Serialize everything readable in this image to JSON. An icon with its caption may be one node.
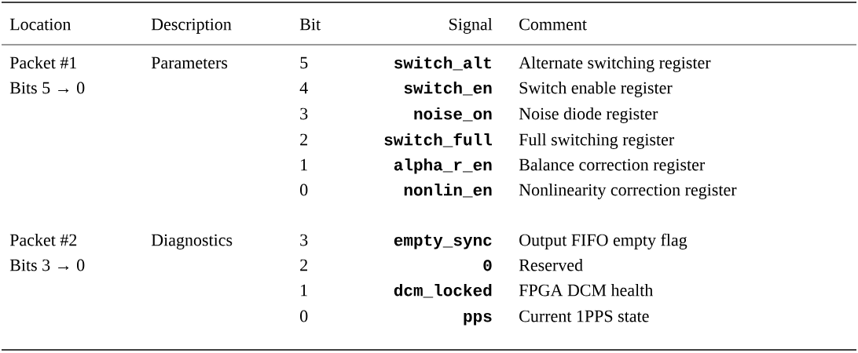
{
  "diagram": {
    "labels": [
      "Location",
      "Description",
      "Bit",
      "Signal",
      "Comment",
      "Packet #1",
      "Parameters",
      "5",
      "switch_alt",
      "Alternate switching register",
      "Bits 5 → 0",
      "4",
      "switch_en",
      "Switch enable register",
      "3",
      "noise_on",
      "Noise diode register",
      "2",
      "switch_full",
      "Full switching register",
      "1",
      "alpha_r_en",
      "Balance correction register",
      "0",
      "nonlin_en",
      "Nonlinearity correction register",
      "Packet #2",
      "Diagnostics",
      "3",
      "empty_sync",
      "Output FIFO empty flag",
      "Bits 3 → 0",
      "2",
      "0",
      "Reserved",
      "1",
      "dcm_locked",
      "FPGA DCM health",
      "0",
      "pps",
      "Current 1PPS state"
    ]
  }
}
